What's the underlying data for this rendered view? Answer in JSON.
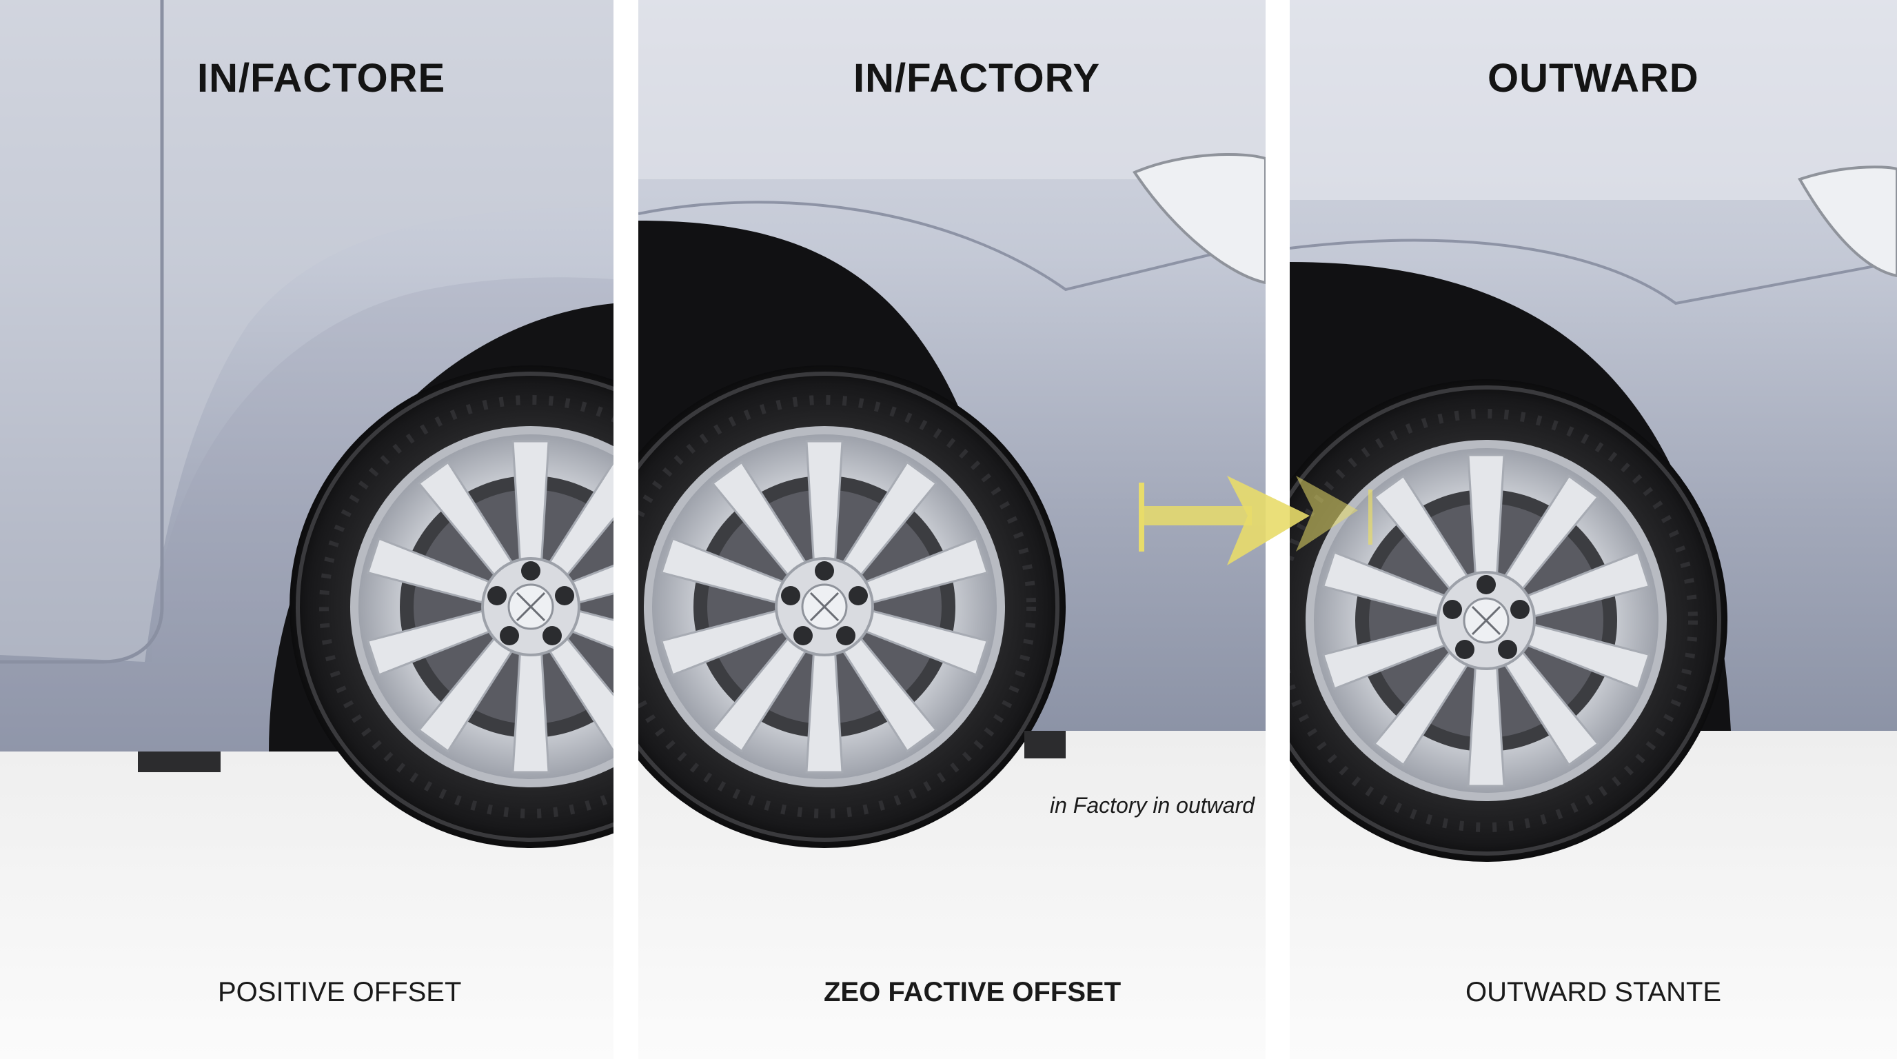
{
  "panels": [
    {
      "title": "IN/FACTORE",
      "caption": "POSITIVE OFFSET"
    },
    {
      "title": "IN/FACTORY",
      "caption": "ZEO FACTIVE OFFSET"
    },
    {
      "title": "OUTWARD",
      "caption": "OUTWARD STANTE"
    }
  ],
  "annotation": "in Factory in outward",
  "colors": {
    "car_body": "#a9afbf",
    "tire": "#1c1c1e",
    "rim": "#d6d8dc",
    "arrow": "#e8dc6a",
    "floor": "#ececec"
  },
  "icons": [
    "wheel-icon",
    "offset-arrow-icon"
  ]
}
